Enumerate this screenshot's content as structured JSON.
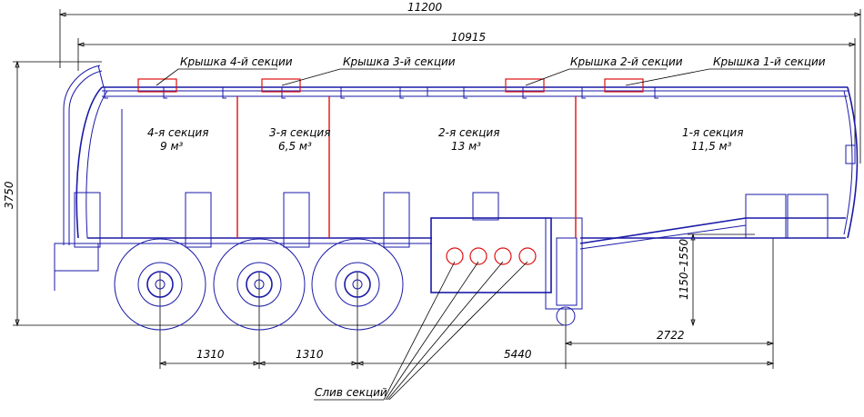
{
  "dimensions": {
    "overall_length": "11200",
    "tank_length": "10915",
    "height": "3750",
    "fifth_wheel_height": "1150–1550",
    "axle_spacing_1": "1310",
    "axle_spacing_2": "1310",
    "axle_to_kingpin": "5440",
    "kingpin_to_front": "2722"
  },
  "lids": [
    {
      "label": "Крышка 4-й секции"
    },
    {
      "label": "Крышка 3-й секции"
    },
    {
      "label": "Крышка 2-й секции"
    },
    {
      "label": "Крышка 1-й секции"
    }
  ],
  "sections": [
    {
      "name": "4-я секция",
      "volume": "9 м³"
    },
    {
      "name": "3-я секция",
      "volume": "6,5 м³"
    },
    {
      "name": "2-я секция",
      "volume": "13 м³"
    },
    {
      "name": "1-я секция",
      "volume": "11,5 м³"
    }
  ],
  "drain_label": "Слив секций",
  "colors": {
    "outline": "#1a1aa8",
    "highlight": "#e01010",
    "dimension": "#000000"
  }
}
